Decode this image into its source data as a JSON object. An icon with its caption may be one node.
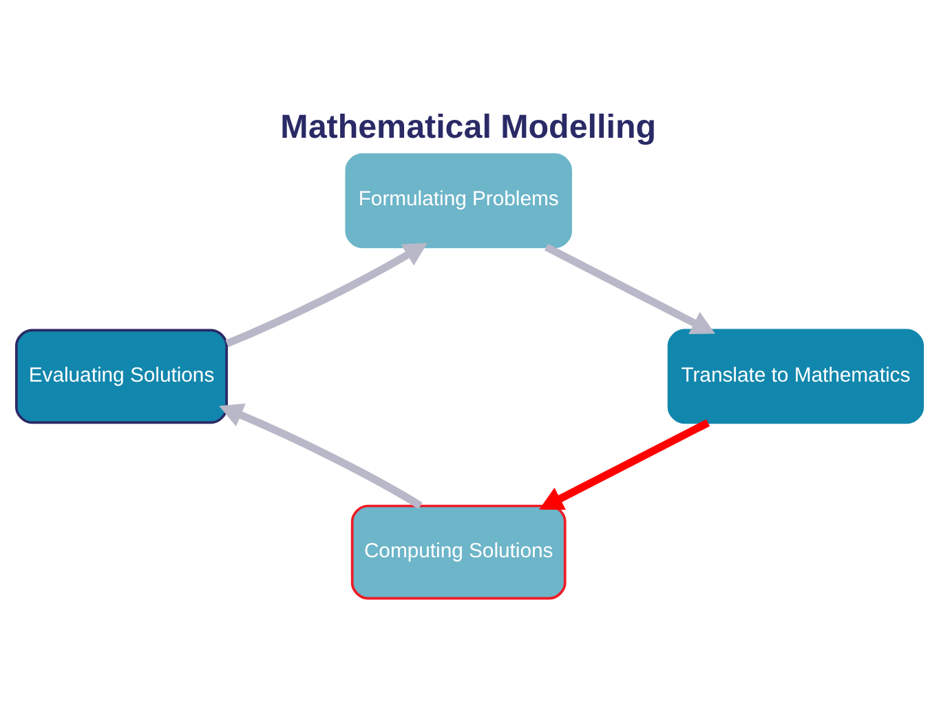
{
  "diagram": {
    "title": "Mathematical Modelling",
    "nodes": [
      {
        "text": [
          "Formulating Problems"
        ]
      },
      {
        "text": [
          "Translate to Mathematics"
        ]
      },
      {
        "text": [
          "Computing Solutions"
        ]
      },
      {
        "text": [
          "Evaluating Solutions"
        ]
      }
    ],
    "edges": [
      {
        "from": 0,
        "to": 1,
        "arrow": "to"
      },
      {
        "from": 1,
        "to": 2,
        "arrow": "to",
        "color": "#ff0000"
      },
      {
        "from": 2,
        "to": 3,
        "arrow": "to"
      },
      {
        "from": 3,
        "to": 0,
        "arrow": "to"
      }
    ]
  }
}
